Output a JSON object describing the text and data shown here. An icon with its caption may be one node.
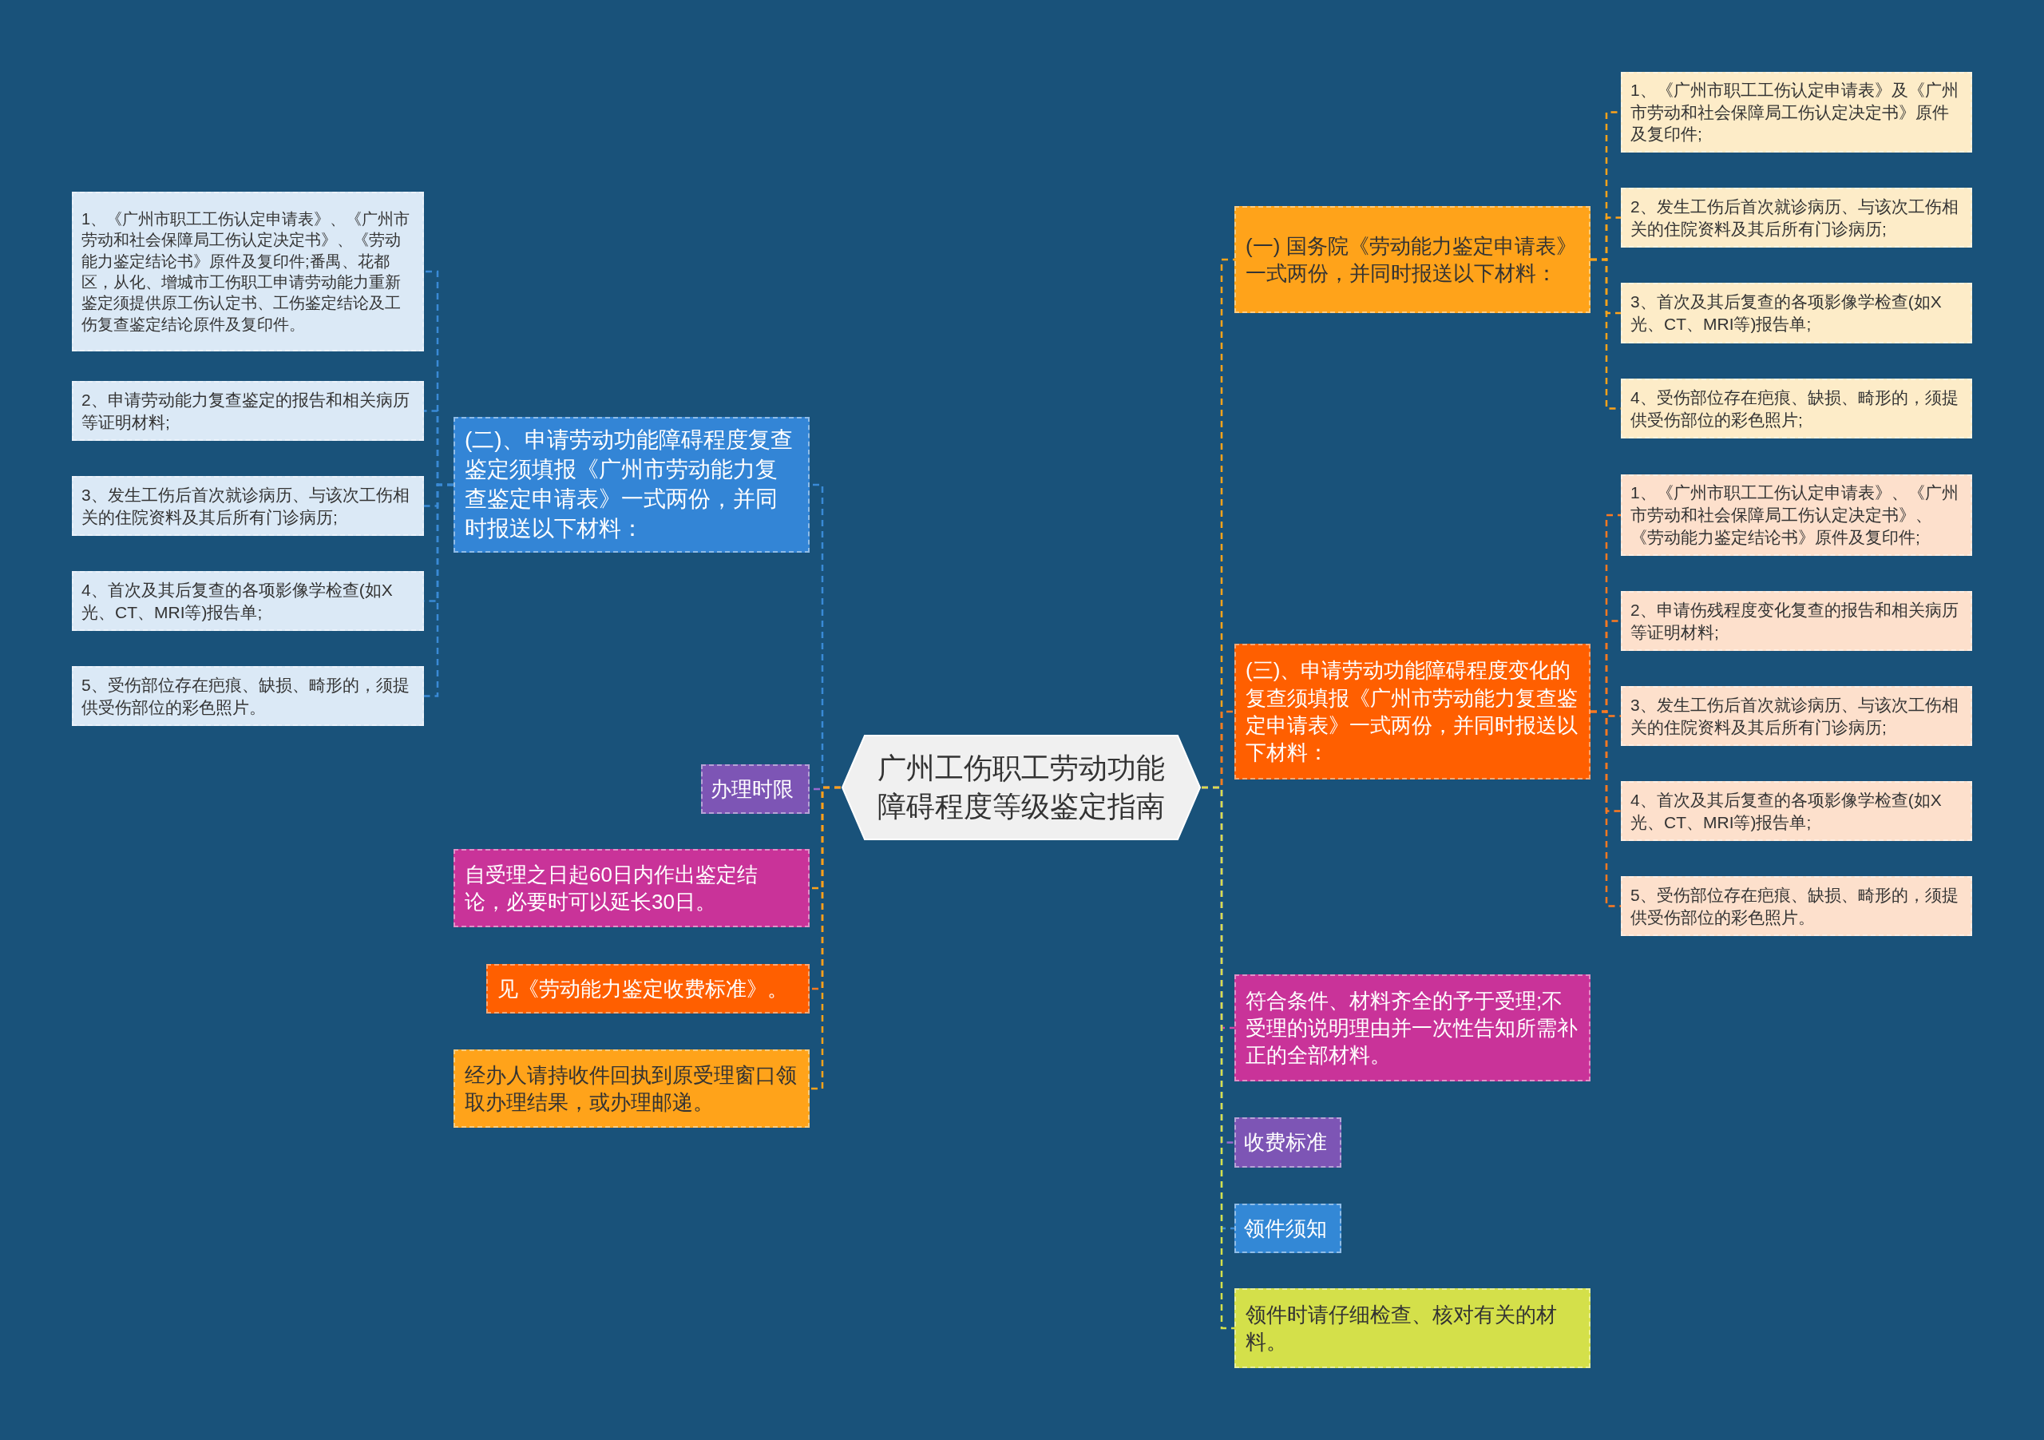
{
  "diagram": {
    "nodes": [
      {
        "text": [
          "广州工伤职工劳动功能障碍程度等级鉴定指南"
        ]
      },
      {
        "text": [
          "(二)、申请劳动功能障碍程度复查鉴定须填报《广州市劳动能力复查鉴定申请表》一式两份，并同时报送以下材料："
        ]
      },
      {
        "text": [
          "1、《广州市职工工伤认定申请表》、《广州市劳动和社会保障局工伤认定决定书》、《劳动能力鉴定结论书》原件及复印件;番禺、花都区，从化、增城市工伤职工申请劳动能力重新鉴定须提供原工伤认定书、工伤鉴定结论及工伤复查鉴定结论原件及复印件。"
        ]
      },
      {
        "text": [
          "2、申请劳动能力复查鉴定的报告和相关病历等证明材料;"
        ]
      },
      {
        "text": [
          "3、发生工伤后首次就诊病历、与该次工伤相关的住院资料及其后所有门诊病历;"
        ]
      },
      {
        "text": [
          "4、首次及其后复查的各项影像学检查(如X光、CT、MRI等)报告单;"
        ]
      },
      {
        "text": [
          "5、受伤部位存在疤痕、缺损、畸形的，须提供受伤部位的彩色照片。"
        ]
      },
      {
        "text": [
          "办理时限"
        ]
      },
      {
        "text": [
          "自受理之日起60日内作出鉴定结论，必要时可以延长30日。"
        ]
      },
      {
        "text": [
          "见《劳动能力鉴定收费标准》。"
        ]
      },
      {
        "text": [
          "经办人请持收件回执到原受理窗口领取办理结果，或办理邮递。"
        ]
      },
      {
        "text": [
          "(一) 国务院《劳动能力鉴定申请表》一式两份，并同时报送以下材料："
        ]
      },
      {
        "text": [
          "1、《广州市职工工伤认定申请表》及《广州市劳动和社会保障局工伤认定决定书》原件及复印件;"
        ]
      },
      {
        "text": [
          "2、发生工伤后首次就诊病历、与该次工伤相关的住院资料及其后所有门诊病历;"
        ]
      },
      {
        "text": [
          "3、首次及其后复查的各项影像学检查(如X光、CT、MRI等)报告单;"
        ]
      },
      {
        "text": [
          "4、受伤部位存在疤痕、缺损、畸形的，须提供受伤部位的彩色照片;"
        ]
      },
      {
        "text": [
          "(三)、申请劳动功能障碍程度变化的复查须填报《广州市劳动能力复查鉴定申请表》一式两份，并同时报送以下材料："
        ]
      },
      {
        "text": [
          "1、《广州市职工工伤认定申请表》、《广州市劳动和社会保障局工伤认定决定书》、《劳动能力鉴定结论书》原件及复印件;"
        ]
      },
      {
        "text": [
          "2、申请伤残程度变化复查的报告和相关病历等证明材料;"
        ]
      },
      {
        "text": [
          "3、发生工伤后首次就诊病历、与该次工伤相关的住院资料及其后所有门诊病历;"
        ]
      },
      {
        "text": [
          "4、首次及其后复查的各项影像学检查(如X光、CT、MRI等)报告单;"
        ]
      },
      {
        "text": [
          "5、受伤部位存在疤痕、缺损、畸形的，须提供受伤部位的彩色照片。"
        ]
      },
      {
        "text": [
          "符合条件、材料齐全的予于受理;不受理的说明理由并一次性告知所需补正的全部材料。"
        ]
      },
      {
        "text": [
          "收费标准"
        ]
      },
      {
        "text": [
          "领件须知"
        ]
      },
      {
        "text": [
          "领件时请仔细检查、核对有关的材料。"
        ]
      }
    ],
    "edges": [
      {
        "from": 0,
        "to": 1,
        "arrow": "none",
        "style": "dashed",
        "color": "#3a8ad6"
      },
      {
        "from": 1,
        "to": 2,
        "arrow": "none",
        "style": "dashed",
        "color": "#3a8ad6"
      },
      {
        "from": 1,
        "to": 3,
        "arrow": "none",
        "style": "dashed",
        "color": "#3a8ad6"
      },
      {
        "from": 1,
        "to": 4,
        "arrow": "none",
        "style": "dashed",
        "color": "#3a8ad6"
      },
      {
        "from": 1,
        "to": 5,
        "arrow": "none",
        "style": "dashed",
        "color": "#3a8ad6"
      },
      {
        "from": 1,
        "to": 6,
        "arrow": "none",
        "style": "dashed",
        "color": "#3a8ad6"
      },
      {
        "from": 0,
        "to": 7,
        "arrow": "none",
        "style": "dashed",
        "color": "#9a6ad0"
      },
      {
        "from": 0,
        "to": 8,
        "arrow": "none",
        "style": "dashed",
        "color": "#ffa31a"
      },
      {
        "from": 0,
        "to": 9,
        "arrow": "none",
        "style": "dashed",
        "color": "#ff7a20"
      },
      {
        "from": 0,
        "to": 10,
        "arrow": "none",
        "style": "dashed",
        "color": "#ffa31a"
      },
      {
        "from": 0,
        "to": 11,
        "arrow": "none",
        "style": "dashed",
        "color": "#ffa31a"
      },
      {
        "from": 11,
        "to": 12,
        "arrow": "none",
        "style": "dashed",
        "color": "#ffa31a"
      },
      {
        "from": 11,
        "to": 13,
        "arrow": "none",
        "style": "dashed",
        "color": "#ffa31a"
      },
      {
        "from": 11,
        "to": 14,
        "arrow": "none",
        "style": "dashed",
        "color": "#ffa31a"
      },
      {
        "from": 11,
        "to": 15,
        "arrow": "none",
        "style": "dashed",
        "color": "#ffa31a"
      },
      {
        "from": 0,
        "to": 16,
        "arrow": "none",
        "style": "dashed",
        "color": "#ff7a20"
      },
      {
        "from": 16,
        "to": 17,
        "arrow": "none",
        "style": "dashed",
        "color": "#ff7a20"
      },
      {
        "from": 16,
        "to": 18,
        "arrow": "none",
        "style": "dashed",
        "color": "#ff7a20"
      },
      {
        "from": 16,
        "to": 19,
        "arrow": "none",
        "style": "dashed",
        "color": "#ff7a20"
      },
      {
        "from": 16,
        "to": 20,
        "arrow": "none",
        "style": "dashed",
        "color": "#ff7a20"
      },
      {
        "from": 16,
        "to": 21,
        "arrow": "none",
        "style": "dashed",
        "color": "#ff7a20"
      },
      {
        "from": 0,
        "to": 22,
        "arrow": "none",
        "style": "dashed",
        "color": "#d34aa8"
      },
      {
        "from": 0,
        "to": 23,
        "arrow": "none",
        "style": "dashed",
        "color": "#9a6ad0"
      },
      {
        "from": 0,
        "to": 24,
        "arrow": "none",
        "style": "dashed",
        "color": "#3a8ad6"
      },
      {
        "from": 0,
        "to": 25,
        "arrow": "none",
        "style": "dashed",
        "color": "#d4e04a"
      }
    ]
  }
}
